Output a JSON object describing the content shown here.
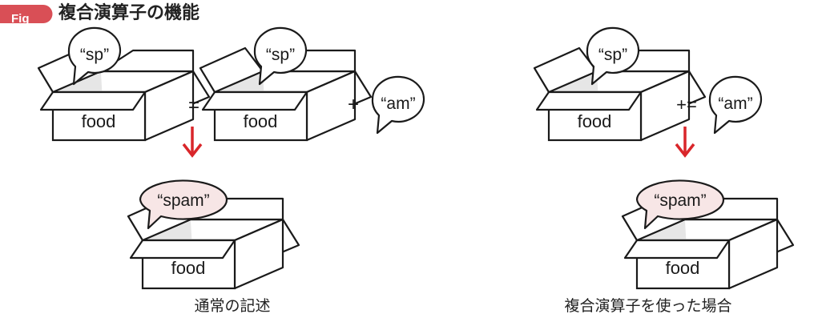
{
  "header": {
    "badge": "Fig",
    "title": "複合演算子の機能"
  },
  "colors": {
    "accent": "#d9262a",
    "badge": "#d94f56",
    "result_bubble": "#f7e6e6",
    "box_inner": "#e6e6e6",
    "stroke": "#1a1a1a"
  },
  "left": {
    "box_a": {
      "label": "food",
      "bubble": "“sp”"
    },
    "equals": "=",
    "box_b": {
      "label": "food",
      "bubble": "“sp”"
    },
    "plus": "+",
    "free_bubble": "“am”",
    "result": {
      "label": "food",
      "bubble": "“spam”"
    },
    "caption": "通常の記述"
  },
  "right": {
    "box_a": {
      "label": "food",
      "bubble": "“sp”"
    },
    "operator": "+=",
    "free_bubble": "“am”",
    "result": {
      "label": "food",
      "bubble": "“spam”"
    },
    "caption": "複合演算子を使った場合"
  },
  "icons": {
    "arrows": [
      "arrow-down-icon",
      "arrow-down-icon"
    ]
  }
}
